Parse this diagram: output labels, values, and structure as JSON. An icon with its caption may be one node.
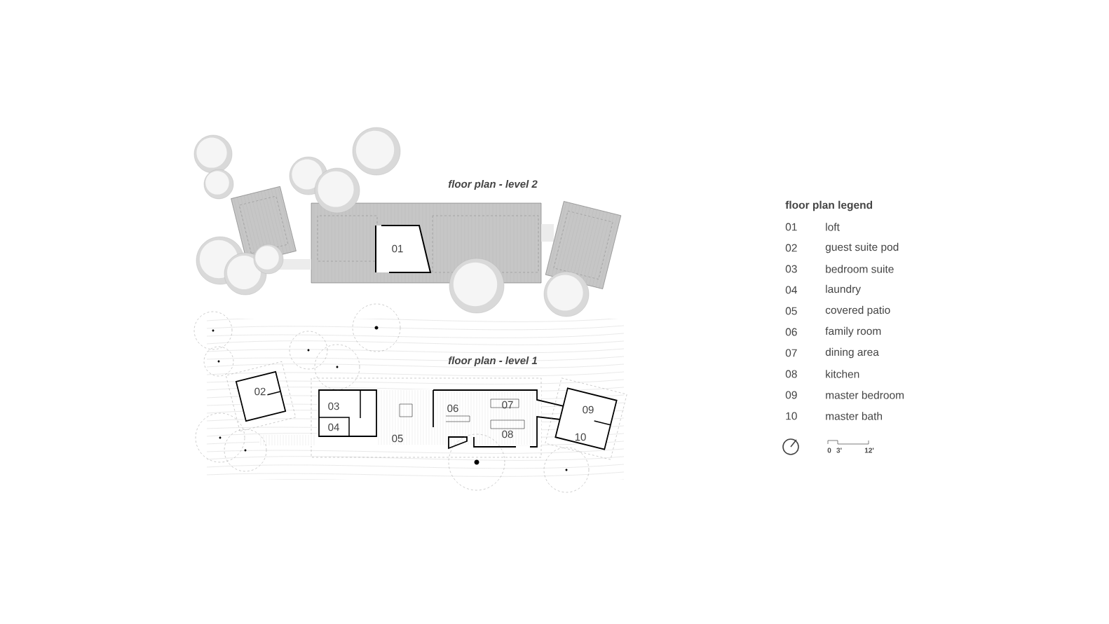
{
  "diagram": {
    "labels": [
      "floor plan - level 2",
      "01",
      "floor plan - level 1",
      "02",
      "03",
      "04",
      "05",
      "06",
      "07",
      "08",
      "09",
      "10",
      "floor plan legend",
      "01",
      "loft",
      "02",
      "guest suite pod",
      "03",
      "bedroom suite",
      "04",
      "laundry",
      "05",
      "covered patio",
      "06",
      "family room",
      "07",
      "dining area",
      "08",
      "kitchen",
      "09",
      "master bedroom",
      "10",
      "master bath",
      "0",
      "3'",
      "12'"
    ]
  }
}
